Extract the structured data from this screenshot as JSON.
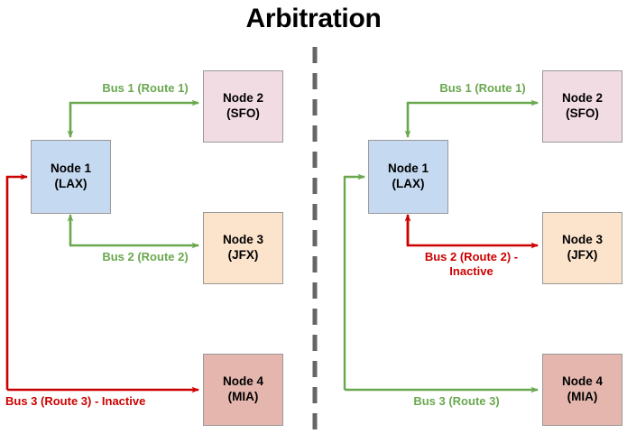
{
  "title": "Arbitration",
  "colors": {
    "active": "#6aa84f",
    "inactive": "#cc0000",
    "divider": "#666666",
    "node1_fill": "#c5d9f1",
    "node2_fill": "#f2dce4",
    "node3_fill": "#fce3cc",
    "node4_fill": "#e4b6ad",
    "node_border": "#999999",
    "title_color": "#000000"
  },
  "divider": {
    "name": "vertical-dashed-divider",
    "orientation": "vertical",
    "style": "dashed"
  },
  "panels": [
    {
      "id": "left",
      "nodes": [
        {
          "id": "node1",
          "label": "Node 1",
          "code": "(LAX)",
          "fill": "#c5d9f1"
        },
        {
          "id": "node2",
          "label": "Node 2",
          "code": "(SFO)",
          "fill": "#f2dce4"
        },
        {
          "id": "node3",
          "label": "Node 3",
          "code": "(JFX)",
          "fill": "#fce3cc"
        },
        {
          "id": "node4",
          "label": "Node 4",
          "code": "(MIA)",
          "fill": "#e4b6ad"
        }
      ],
      "edges": [
        {
          "id": "bus1",
          "label": "Bus 1 (Route 1)",
          "state": "active",
          "color": "#6aa84f",
          "from": "node1",
          "to": "node2"
        },
        {
          "id": "bus2",
          "label": "Bus 2 (Route 2)",
          "state": "active",
          "color": "#6aa84f",
          "from": "node1",
          "to": "node3"
        },
        {
          "id": "bus3",
          "label": "Bus 3 (Route 3) - Inactive",
          "state": "inactive",
          "color": "#cc0000",
          "from": "node1",
          "to": "node4"
        }
      ]
    },
    {
      "id": "right",
      "nodes": [
        {
          "id": "node1",
          "label": "Node 1",
          "code": "(LAX)",
          "fill": "#c5d9f1"
        },
        {
          "id": "node2",
          "label": "Node 2",
          "code": "(SFO)",
          "fill": "#f2dce4"
        },
        {
          "id": "node3",
          "label": "Node 3",
          "code": "(JFX)",
          "fill": "#fce3cc"
        },
        {
          "id": "node4",
          "label": "Node 4",
          "code": "(MIA)",
          "fill": "#e4b6ad"
        }
      ],
      "edges": [
        {
          "id": "bus1",
          "label": "Bus 1 (Route 1)",
          "state": "active",
          "color": "#6aa84f",
          "from": "node1",
          "to": "node2"
        },
        {
          "id": "bus2",
          "label_line1": "Bus 2 (Route 2) -",
          "label_line2": "Inactive",
          "state": "inactive",
          "color": "#cc0000",
          "from": "node1",
          "to": "node3"
        },
        {
          "id": "bus3",
          "label": "Bus 3 (Route 3)",
          "state": "active",
          "color": "#6aa84f",
          "from": "node1",
          "to": "node4"
        }
      ]
    }
  ]
}
